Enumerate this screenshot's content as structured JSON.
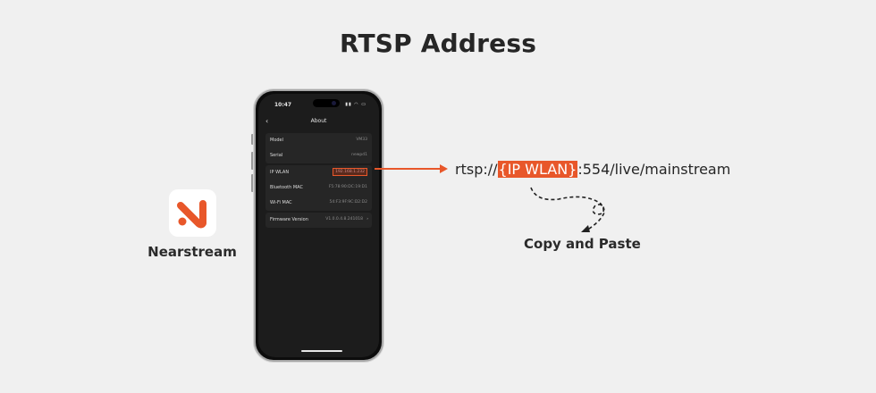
{
  "title": "RTSP Address",
  "app": {
    "name": "Nearstream",
    "icon": "nearstream-logo-icon",
    "brand_color": "#e8572a"
  },
  "phone": {
    "status_bar": {
      "time": "10:47",
      "icons": "signal wifi battery"
    },
    "nav": {
      "back_icon": "chevron-left-icon",
      "title": "About"
    },
    "groups": [
      {
        "rows": [
          {
            "label": "Model",
            "value": "VM33"
          },
          {
            "label": "Serial",
            "value": "newpd1"
          }
        ]
      },
      {
        "rows": [
          {
            "label": "IP WLAN",
            "value": "192.168.1.232",
            "highlighted": true
          },
          {
            "label": "Bluetooth MAC",
            "value": "F5:78:90:DC:19:D1"
          },
          {
            "label": "Wi-Fi MAC",
            "value": "54:F3:9F:9C:D2:D2"
          }
        ]
      },
      {
        "rows": [
          {
            "label": "Firmware Version",
            "value": "V1.0.0.4.8.241018",
            "chevron": true
          }
        ]
      }
    ]
  },
  "rtsp": {
    "prefix": "rtsp://",
    "placeholder": "{IP WLAN}",
    "suffix": ":554/live/mainstream"
  },
  "instruction": "Copy and Paste",
  "colors": {
    "accent": "#e8572a",
    "background": "#f0f0f0",
    "phone_screen": "#1c1c1c"
  }
}
